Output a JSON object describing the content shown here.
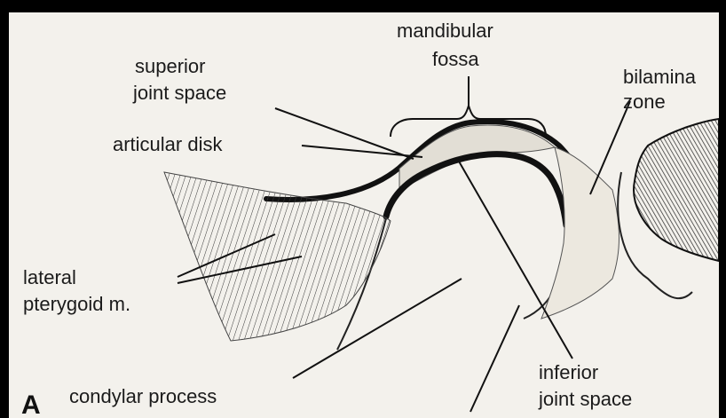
{
  "figure": {
    "panel_letter": "A",
    "labels": {
      "mandibular_fossa_1": "mandibular",
      "mandibular_fossa_2": "fossa",
      "superior_joint_space_1": "superior",
      "superior_joint_space_2": "joint space",
      "articular_disk": "articular disk",
      "bilaminar_zone_1": "bilamina",
      "bilaminar_zone_2": "zone",
      "lateral_pterygoid_1": "lateral",
      "lateral_pterygoid_2": "pterygoid m.",
      "inferior_joint_space_1": "inferior",
      "inferior_joint_space_2": "joint space",
      "condylar_process": "condylar process"
    }
  }
}
